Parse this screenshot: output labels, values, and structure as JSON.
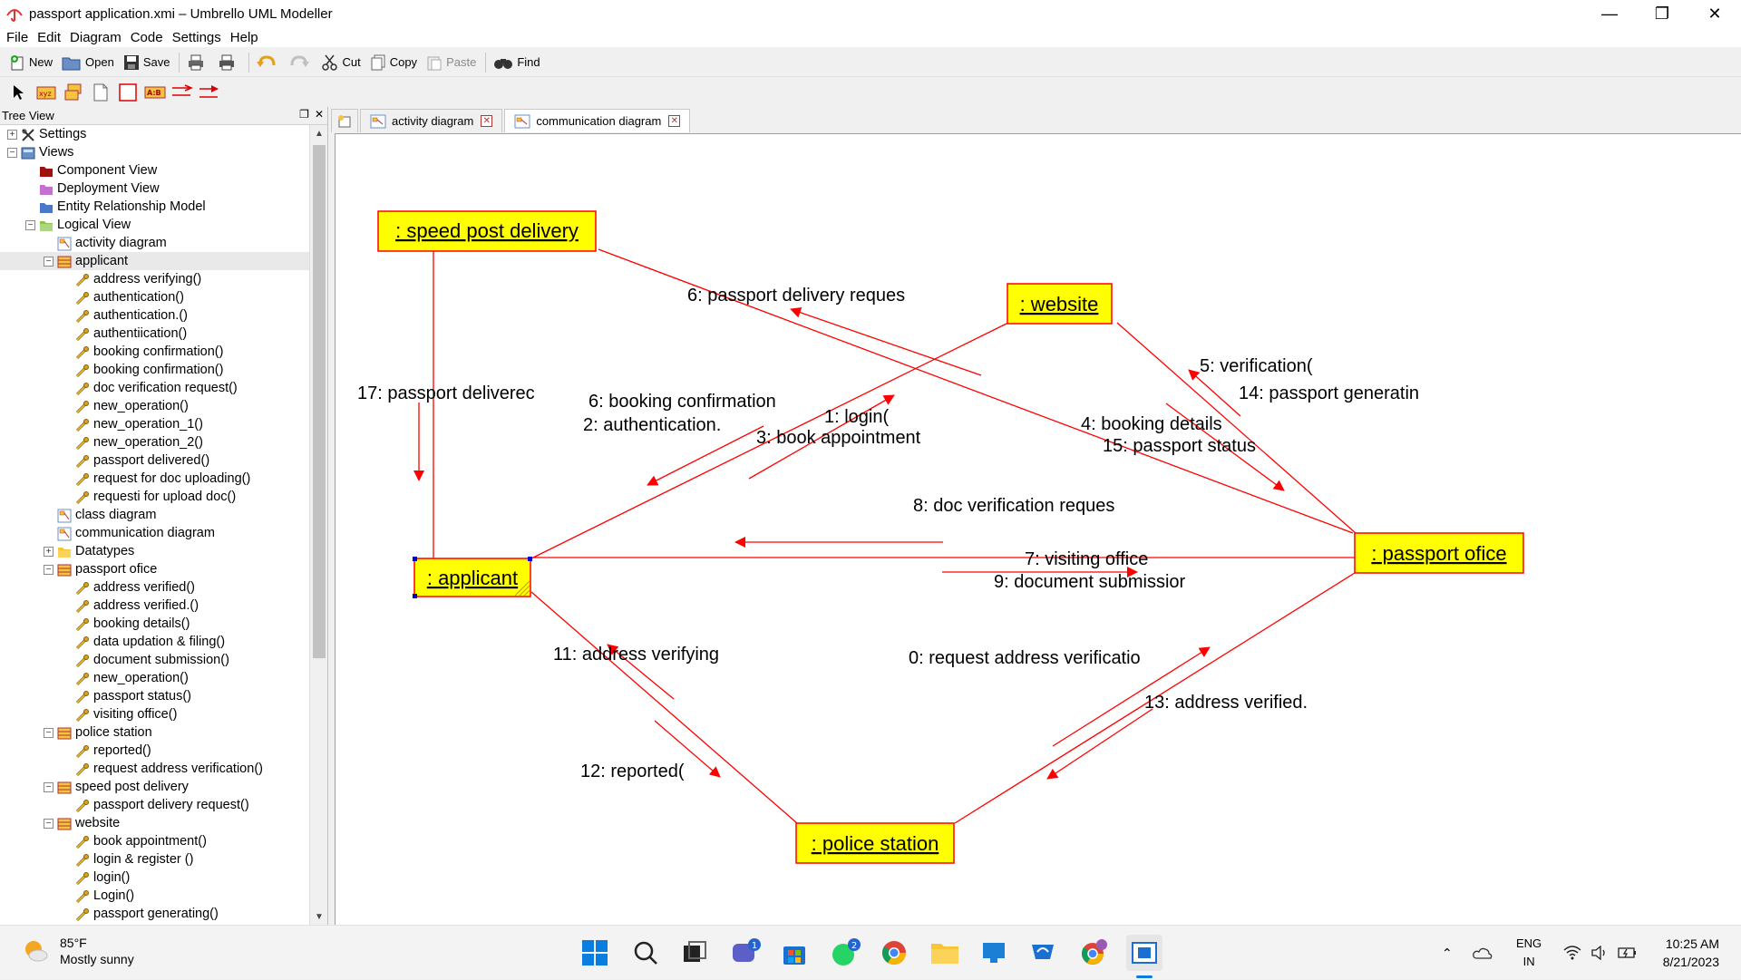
{
  "window": {
    "title": "passport application.xmi – Umbrello UML Modeller"
  },
  "menu": [
    "File",
    "Edit",
    "Diagram",
    "Code",
    "Settings",
    "Help"
  ],
  "toolbar": {
    "new": "New",
    "open": "Open",
    "save": "Save",
    "cut": "Cut",
    "copy": "Copy",
    "paste": "Paste",
    "find": "Find"
  },
  "tree": {
    "title": "Tree View",
    "rows": [
      {
        "label": "Settings",
        "level": 0,
        "exp": "+",
        "icon": "settings-icon"
      },
      {
        "label": "Views",
        "level": 0,
        "exp": "-",
        "icon": "views-icon"
      },
      {
        "label": "Component View",
        "level": 1,
        "icon": "component-folder-icon"
      },
      {
        "label": "Deployment View",
        "level": 1,
        "icon": "deployment-folder-icon"
      },
      {
        "label": "Entity Relationship Model",
        "level": 1,
        "icon": "entity-folder-icon"
      },
      {
        "label": "Logical View",
        "level": 1,
        "exp": "-",
        "icon": "logical-folder-icon"
      },
      {
        "label": "activity diagram",
        "level": 2,
        "icon": "diagram-icon"
      },
      {
        "label": "applicant",
        "level": 2,
        "exp": "-",
        "icon": "class-icon",
        "selected": true
      },
      {
        "label": "address verifying()",
        "level": 3,
        "icon": "operation-icon"
      },
      {
        "label": "authentication()",
        "level": 3,
        "icon": "operation-icon"
      },
      {
        "label": "authentication.()",
        "level": 3,
        "icon": "operation-icon"
      },
      {
        "label": "authentiication()",
        "level": 3,
        "icon": "operation-icon"
      },
      {
        "label": "booking  confirmation()",
        "level": 3,
        "icon": "operation-icon"
      },
      {
        "label": "booking confirmation()",
        "level": 3,
        "icon": "operation-icon"
      },
      {
        "label": "doc verification request()",
        "level": 3,
        "icon": "operation-icon"
      },
      {
        "label": "new_operation()",
        "level": 3,
        "icon": "operation-icon"
      },
      {
        "label": "new_operation_1()",
        "level": 3,
        "icon": "operation-icon"
      },
      {
        "label": "new_operation_2()",
        "level": 3,
        "icon": "operation-icon"
      },
      {
        "label": "passport delivered()",
        "level": 3,
        "icon": "operation-icon"
      },
      {
        "label": "request for doc uploading()",
        "level": 3,
        "icon": "operation-icon"
      },
      {
        "label": "requesti for upload doc()",
        "level": 3,
        "icon": "operation-icon"
      },
      {
        "label": "class diagram",
        "level": 2,
        "icon": "diagram-icon"
      },
      {
        "label": "communication diagram",
        "level": 2,
        "icon": "diagram-icon"
      },
      {
        "label": "Datatypes",
        "level": 2,
        "exp": "+",
        "icon": "folder-icon"
      },
      {
        "label": "passport ofice",
        "level": 2,
        "exp": "-",
        "icon": "class-icon"
      },
      {
        "label": "address verified()",
        "level": 3,
        "icon": "operation-icon"
      },
      {
        "label": "address verified.()",
        "level": 3,
        "icon": "operation-icon"
      },
      {
        "label": "booking details()",
        "level": 3,
        "icon": "operation-icon"
      },
      {
        "label": "data updation & filing()",
        "level": 3,
        "icon": "operation-icon"
      },
      {
        "label": "document submission()",
        "level": 3,
        "icon": "operation-icon"
      },
      {
        "label": "new_operation()",
        "level": 3,
        "icon": "operation-icon"
      },
      {
        "label": "passport status()",
        "level": 3,
        "icon": "operation-icon"
      },
      {
        "label": "visiting office()",
        "level": 3,
        "icon": "operation-icon"
      },
      {
        "label": "police station",
        "level": 2,
        "exp": "-",
        "icon": "class-icon"
      },
      {
        "label": "reported()",
        "level": 3,
        "icon": "operation-icon"
      },
      {
        "label": "request address verification()",
        "level": 3,
        "icon": "operation-icon"
      },
      {
        "label": "speed post delivery",
        "level": 2,
        "exp": "-",
        "icon": "class-icon"
      },
      {
        "label": "passport delivery request()",
        "level": 3,
        "icon": "operation-icon"
      },
      {
        "label": "website",
        "level": 2,
        "exp": "-",
        "icon": "class-icon"
      },
      {
        "label": "book appointment()",
        "level": 3,
        "icon": "operation-icon"
      },
      {
        "label": "login & register ()",
        "level": 3,
        "icon": "operation-icon"
      },
      {
        "label": "login()",
        "level": 3,
        "icon": "operation-icon"
      },
      {
        "label": "Login()",
        "level": 3,
        "icon": "operation-icon"
      },
      {
        "label": "passport generating()",
        "level": 3,
        "icon": "operation-icon"
      }
    ]
  },
  "tabs": [
    {
      "label": "activity diagram"
    },
    {
      "label": "communication diagram",
      "active": true
    }
  ],
  "diagram": {
    "objects": {
      "speed_post": ": speed post delivery",
      "website": ": website",
      "applicant": ": applicant",
      "passport_office": ": passport ofice",
      "police_station": ": police station"
    },
    "messages": {
      "m1": "1: login(",
      "m2": "2: authentication.",
      "m3": "3: book appointment",
      "m4": "4: booking details",
      "m5": "5: verification(",
      "m6a": "6: passport delivery reques",
      "m6b": "6: booking confirmation",
      "m7": "7: visiting office",
      "m8": "8: doc verification reques",
      "m9": "9: document submissior",
      "m10": "0: request address verificatio",
      "m11": "11: address verifying",
      "m12": "12: reported(",
      "m13": "13: address verified.",
      "m14": "14: passport generatin",
      "m15": "15: passport status",
      "m17": "17: passport deliverec"
    },
    "colors": {
      "box": "#ffff00",
      "line": "#ff0000",
      "text": "#000000"
    }
  },
  "taskbar": {
    "temp": "85°F",
    "weather": "Mostly sunny",
    "lang1": "ENG",
    "lang2": "IN",
    "time": "10:25 AM",
    "date": "8/21/2023",
    "badges": {
      "teams": "1",
      "whatsapp": "2"
    }
  }
}
